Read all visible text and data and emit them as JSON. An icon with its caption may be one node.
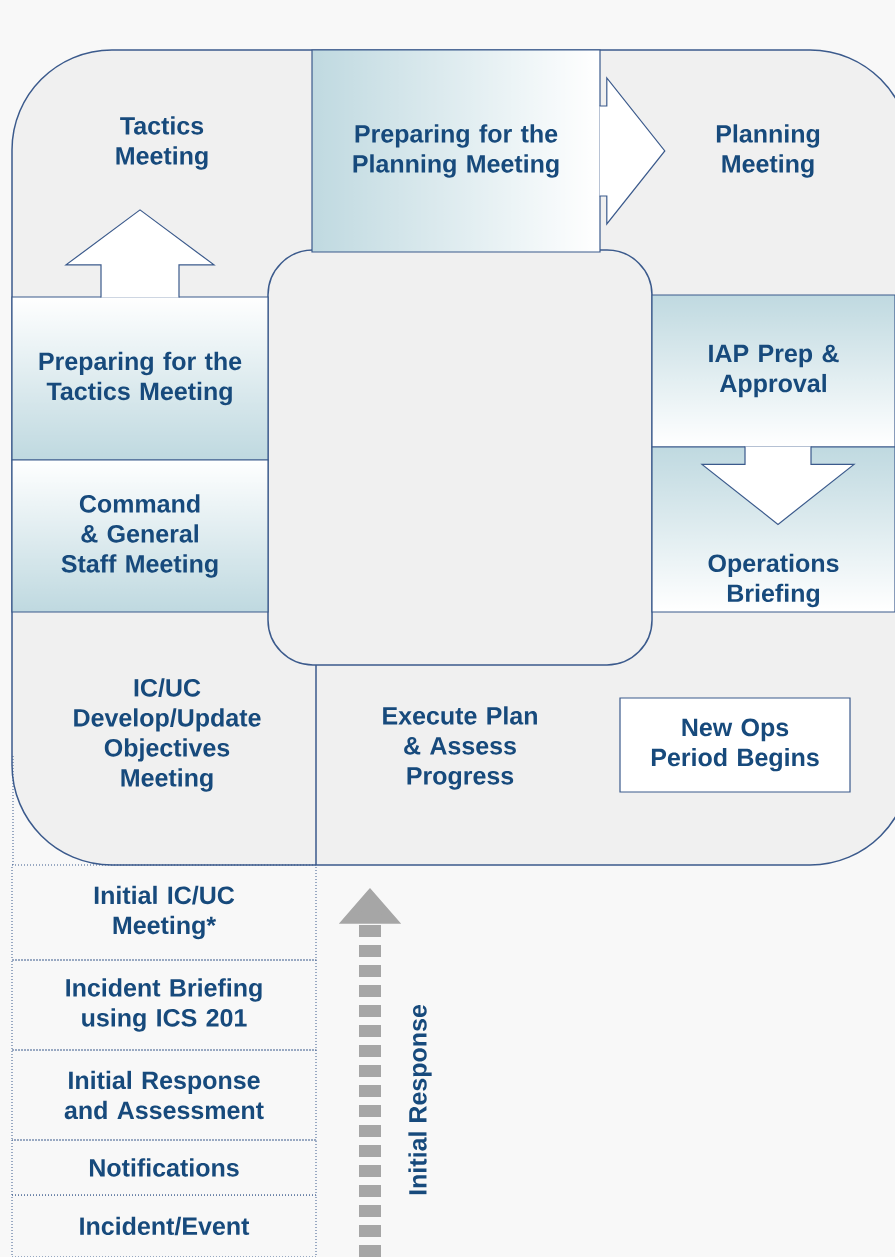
{
  "diagram": {
    "nodes": [
      {
        "text": [],
        "shape": "box"
      },
      {
        "text": [
          "Tactics Meeting"
        ],
        "in": 0
      },
      {
        "text": [
          "Preparing for the Planning Meeting"
        ],
        "in": 0
      },
      {
        "text": [
          "Planning Meeting"
        ],
        "in": 0
      },
      {
        "text": [
          "Preparing for the Tactics Meeting"
        ],
        "in": 0
      },
      {
        "text": [
          "IAP Prep & Approval"
        ],
        "in": 0
      },
      {
        "text": [
          "Command & General Staff Meeting"
        ],
        "in": 0
      },
      {
        "text": [
          "Operations Briefing"
        ],
        "in": 0
      },
      {
        "text": [
          "IC/UC Develop/Update Objectives Meeting"
        ],
        "in": 0
      },
      {
        "text": [
          "Execute Plan & Assess Progress"
        ],
        "in": 0
      },
      {
        "text": [
          "New Ops Period Begins"
        ],
        "in": 0
      },
      {
        "text": [
          "Initial IC/UC Meeting*"
        ]
      },
      {
        "text": [
          "Incident Briefing using ICS 201"
        ]
      },
      {
        "text": [
          "Initial Response and Assessment"
        ]
      },
      {
        "text": [
          "Notifications"
        ]
      },
      {
        "text": [
          "Incident/Event"
        ]
      }
    ],
    "edges": [
      {
        "from": 2,
        "to": 3,
        "arrow": "to"
      },
      {
        "from": 4,
        "to": 1,
        "arrow": "to"
      },
      {
        "from": 5,
        "to": 7,
        "arrow": "to"
      },
      {
        "from": null,
        "to": 0,
        "arrow": "to",
        "label": "Initial Response",
        "style": "dashed",
        "color": "#a6a6a6"
      }
    ]
  }
}
